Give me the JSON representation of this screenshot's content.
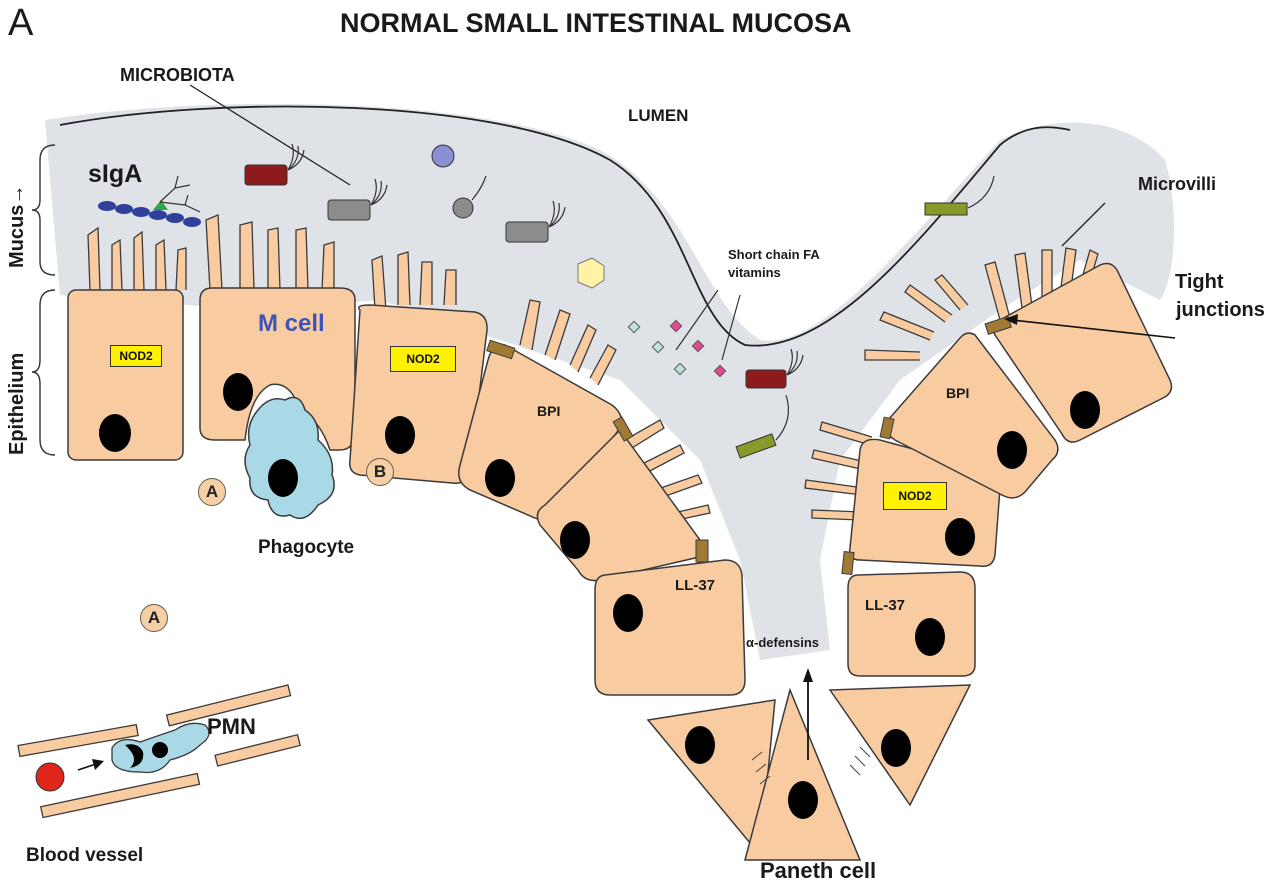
{
  "panel_letter": "A",
  "title": "NORMAL SMALL INTESTINAL MUCOSA",
  "labels": {
    "microbiota": "MICROBIOTA",
    "lumen": "LUMEN",
    "mucus": "Mucus",
    "mucus_arrow": "→",
    "epithelium": "Epithelium",
    "siga": "sIgA",
    "m_cell": "M cell",
    "phagocyte": "Phagocyte",
    "microvilli": "Microvilli",
    "tight_junctions_1": "Tight",
    "tight_junctions_2": "junctions",
    "scfa_1": "Short chain FA",
    "scfa_2": "vitamins",
    "bpi_1": "BPI",
    "bpi_2": "BPI",
    "ll37_1": "LL-37",
    "ll37_2": "LL-37",
    "alpha_defensins": "α-defensins",
    "pmn": "PMN",
    "blood_vessel": "Blood vessel",
    "paneth_cell": "Paneth cell",
    "nod2_1": "NOD2",
    "nod2_2": "NOD2",
    "nod2_3": "NOD2",
    "tag_a_1": "A",
    "tag_b": "B",
    "tag_a_2": "A"
  },
  "colors": {
    "mucus": "#dfe3e7",
    "cell": "#f9cba0",
    "cell_stroke": "#3b3b3b",
    "nucleus": "#000000",
    "nod2": "#fff200",
    "phagocyte": "#a9d9e6",
    "tight_junction": "#a07a35",
    "mcell_text": "#3d54b8",
    "bacteria_red": "#8e1b1b",
    "bacteria_gray": "#8c8c8c",
    "bacteria_olive": "#8a9a2a",
    "siga_blue": "#2e3f9c",
    "rbc": "#e0261b"
  }
}
